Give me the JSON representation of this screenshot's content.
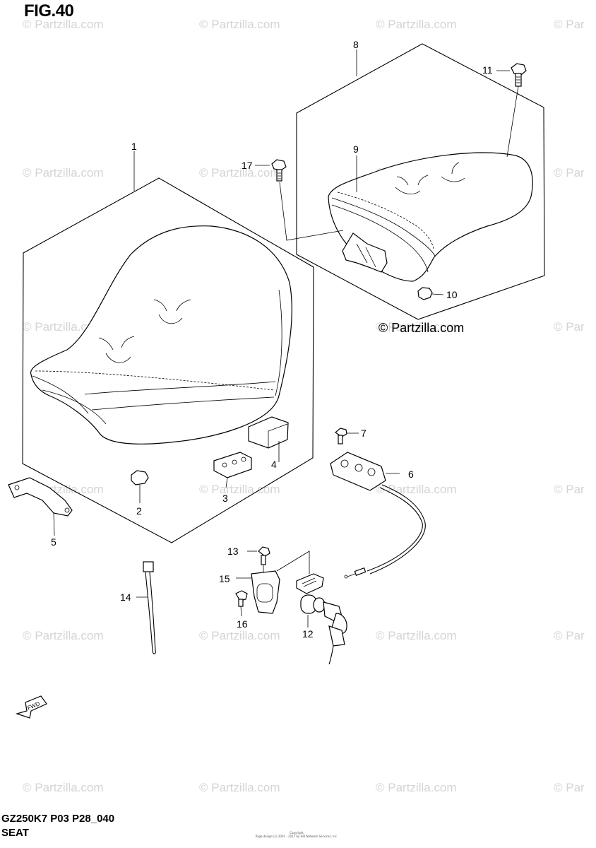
{
  "figure": {
    "title": "FIG.40",
    "model_code": "GZ250K7 P03 P28_040",
    "section_name": "SEAT",
    "copyright_small": [
      "Copyright",
      "Page design (c) 2001 - 2017 by ARI Network Services, Inc."
    ]
  },
  "watermark": {
    "text": "© Partzilla.com",
    "edge_text": "© Par"
  },
  "credit_watermark": "© Partzilla.com",
  "fwd_label": "FWD",
  "parts": [
    {
      "no": "1",
      "name": "seat"
    },
    {
      "no": "2",
      "name": "nut"
    },
    {
      "no": "3",
      "name": "cushion"
    },
    {
      "no": "4",
      "name": "cushion"
    },
    {
      "no": "5",
      "name": "bracket"
    },
    {
      "no": "6",
      "name": "lock-plate"
    },
    {
      "no": "7",
      "name": "screw"
    },
    {
      "no": "8",
      "name": "pillion-seat-group"
    },
    {
      "no": "9",
      "name": "pillion-seat"
    },
    {
      "no": "10",
      "name": "nut"
    },
    {
      "no": "11",
      "name": "bolt"
    },
    {
      "no": "12",
      "name": "seat-lock"
    },
    {
      "no": "13",
      "name": "bolt"
    },
    {
      "no": "14",
      "name": "cable-tie"
    },
    {
      "no": "15",
      "name": "bracket"
    },
    {
      "no": "16",
      "name": "bolt"
    },
    {
      "no": "17",
      "name": "bolt"
    }
  ]
}
